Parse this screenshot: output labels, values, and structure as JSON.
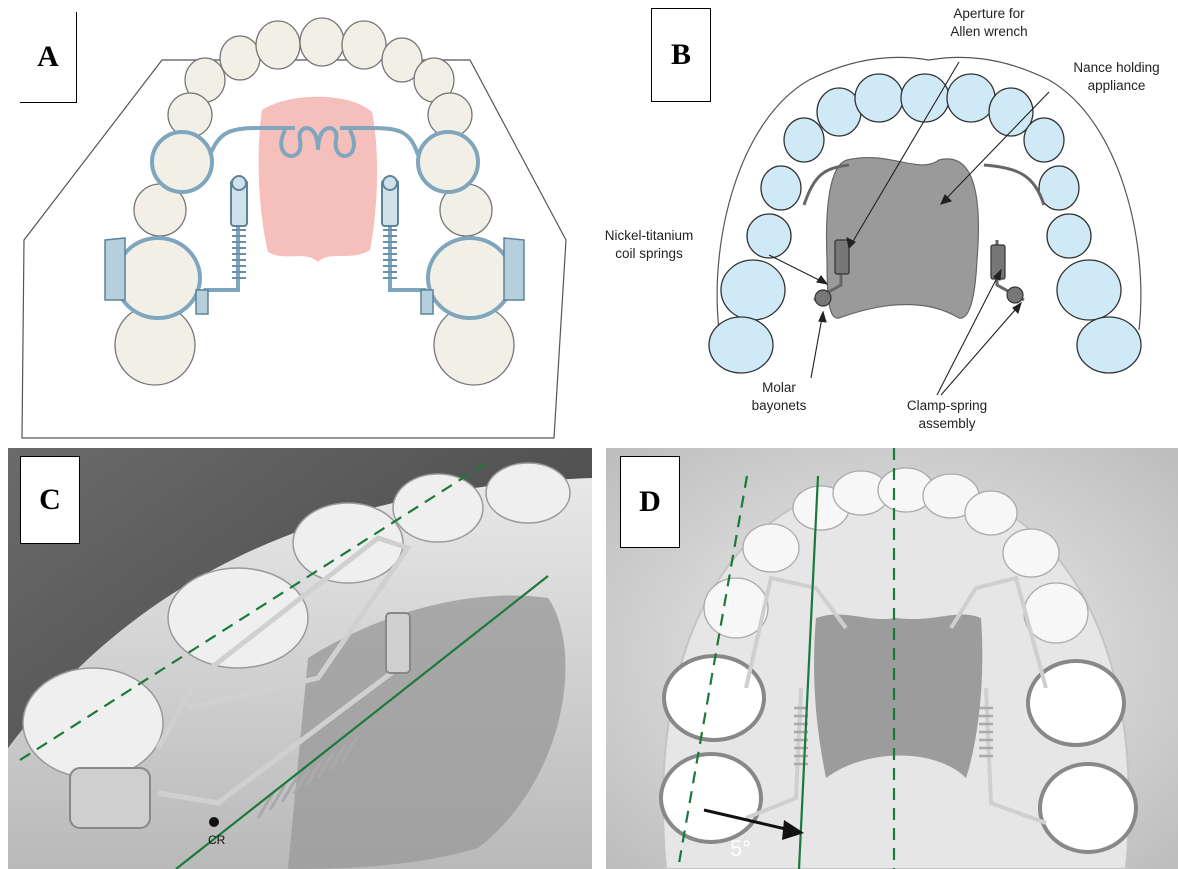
{
  "panels": {
    "a": {
      "letter": "A"
    },
    "b": {
      "letter": "B",
      "labels": {
        "aperture": [
          "Aperture for",
          "Allen wrench"
        ],
        "nance": [
          "Nance holding",
          "appliance"
        ],
        "coil": [
          "Nickel-titanium",
          "coil springs"
        ],
        "molar": [
          "Molar",
          "bayonets"
        ],
        "clamp": [
          "Clamp-spring",
          "assembly"
        ]
      }
    },
    "c": {
      "letter": "C",
      "cr_label": "CR"
    },
    "d": {
      "letter": "D",
      "angle_label": "5°"
    }
  },
  "colors": {
    "tooth_fill": "#f1efe6",
    "tooth_blue": "#cfe9f6",
    "appliance_blue": "#7fa6bd",
    "palate_pink": "#f4b8b4",
    "nance_gray": "#9a9a9a",
    "guide_green": "#1a7a3a"
  }
}
